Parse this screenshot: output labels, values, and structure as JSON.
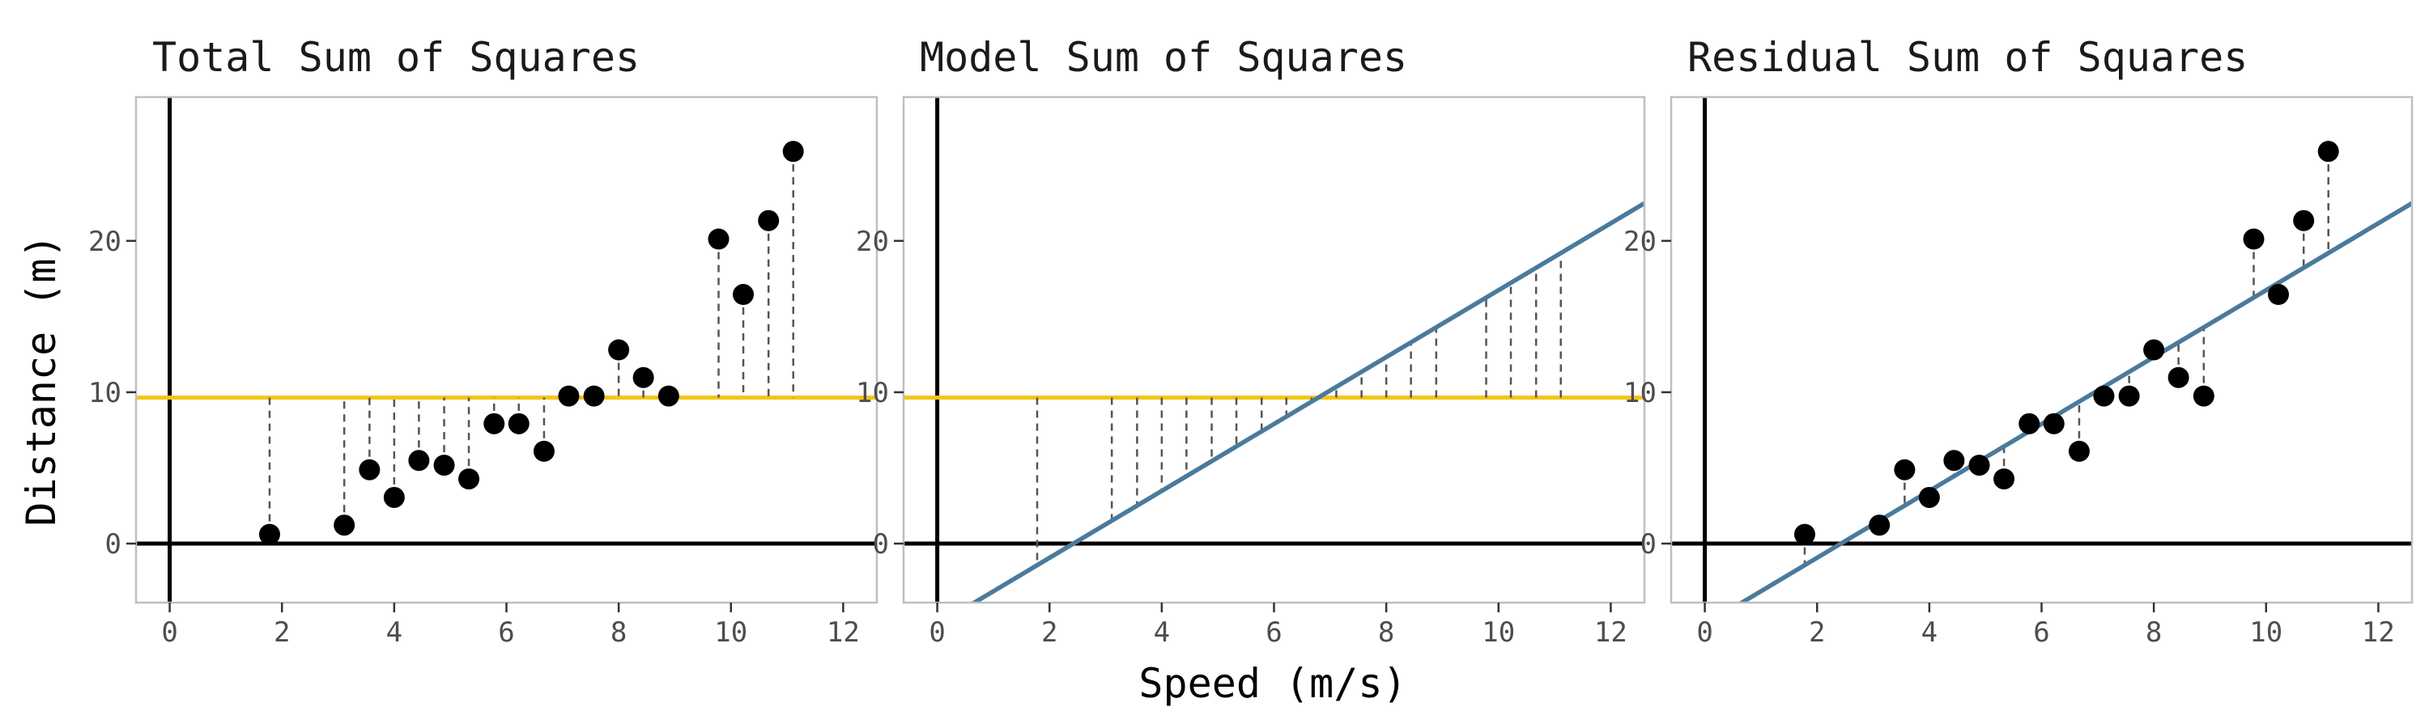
{
  "figure": {
    "xlabel": "Speed (m/s)",
    "ylabel": "Distance (m)"
  },
  "colors": {
    "mean_line": "#F5C518",
    "fit_line": "#4A7A9C",
    "points": "#000000",
    "segments": "#555555",
    "zero_lines": "#000000",
    "panel_border": "#BFBFBF"
  },
  "chart_data": [
    {
      "type": "scatter",
      "title": "Total Sum of Squares",
      "segments_to": "mean",
      "show_mean_line": true,
      "show_fit_line": false,
      "show_points": true,
      "xlim": [
        -0.6,
        12.6
      ],
      "ylim": [
        -3.9,
        29.5
      ],
      "xticks": [
        0,
        2,
        4,
        6,
        8,
        10,
        12
      ],
      "yticks": [
        0,
        10,
        20
      ],
      "grid": false
    },
    {
      "type": "line",
      "title": "Model Sum of Squares",
      "segments_from": "mean",
      "segments_to": "fit",
      "show_mean_line": true,
      "show_fit_line": true,
      "show_points": false,
      "xlim": [
        -0.6,
        12.6
      ],
      "ylim": [
        -3.9,
        29.5
      ],
      "xticks": [
        0,
        2,
        4,
        6,
        8,
        10,
        12
      ],
      "yticks": [
        0,
        10,
        20
      ],
      "grid": false
    },
    {
      "type": "scatter",
      "title": "Residual Sum of Squares",
      "segments_to": "fit",
      "show_mean_line": false,
      "show_fit_line": true,
      "show_points": true,
      "xlim": [
        -0.6,
        12.6
      ],
      "ylim": [
        -3.9,
        29.5
      ],
      "xticks": [
        0,
        2,
        4,
        6,
        8,
        10,
        12
      ],
      "yticks": [
        0,
        10,
        20
      ],
      "grid": false
    }
  ],
  "shared_data": {
    "x": [
      1.78,
      3.11,
      3.56,
      4.0,
      4.44,
      4.89,
      5.33,
      5.78,
      6.22,
      6.67,
      7.11,
      7.56,
      8.0,
      8.44,
      8.89,
      9.78,
      10.22,
      10.67,
      11.11
    ],
    "y": [
      0.61,
      1.22,
      4.88,
      3.05,
      5.49,
      5.18,
      4.27,
      7.92,
      7.92,
      6.1,
      9.75,
      9.75,
      12.8,
      10.97,
      9.75,
      20.12,
      16.46,
      21.34,
      25.91
    ],
    "mean_y": 9.65,
    "fit_intercept": -5.36,
    "fit_slope": 2.21
  }
}
